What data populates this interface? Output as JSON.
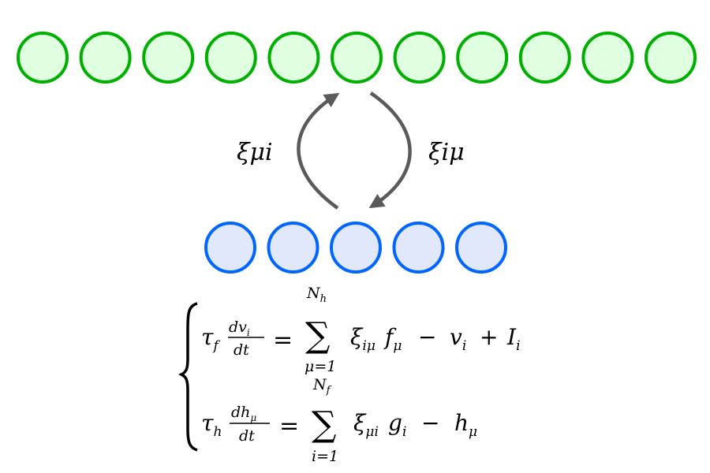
{
  "colors": {
    "visible_stroke": "#00b000",
    "visible_fill": "#e0ffe0",
    "hidden_stroke": "#0066ff",
    "hidden_fill": "#e2e8fb",
    "arrow": "#5a5a5a"
  },
  "visible_layer": {
    "count": 11
  },
  "hidden_layer": {
    "count": 5
  },
  "labels": {
    "left_arrow": "ξμi",
    "right_arrow": "ξiμ"
  },
  "equations": {
    "eq1": {
      "tau": "τ",
      "tau_sub": "f",
      "num": "dv",
      "num_sub": "i",
      "den": "dt",
      "eq": "=",
      "sum": "∑",
      "sum_top": "N",
      "sum_top_sub": "h",
      "sum_bottom": "μ=1",
      "rhs": "ξ",
      "rhs_sub1": "iμ",
      "f": "f",
      "f_sub": "μ",
      "minus": "−",
      "v": "v",
      "v_sub": "i",
      "plus": "+",
      "I": "I",
      "I_sub": "i"
    },
    "eq2": {
      "tau": "τ",
      "tau_sub": "h",
      "num": "dh",
      "num_sub": "μ",
      "den": "dt",
      "eq": "=",
      "sum": "∑",
      "sum_top": "N",
      "sum_top_sub": "f",
      "sum_bottom": "i=1",
      "rhs": "ξ",
      "rhs_sub1": "μi",
      "g": "g",
      "g_sub": "i",
      "minus": "−",
      "h": "h",
      "h_sub": "μ"
    }
  }
}
